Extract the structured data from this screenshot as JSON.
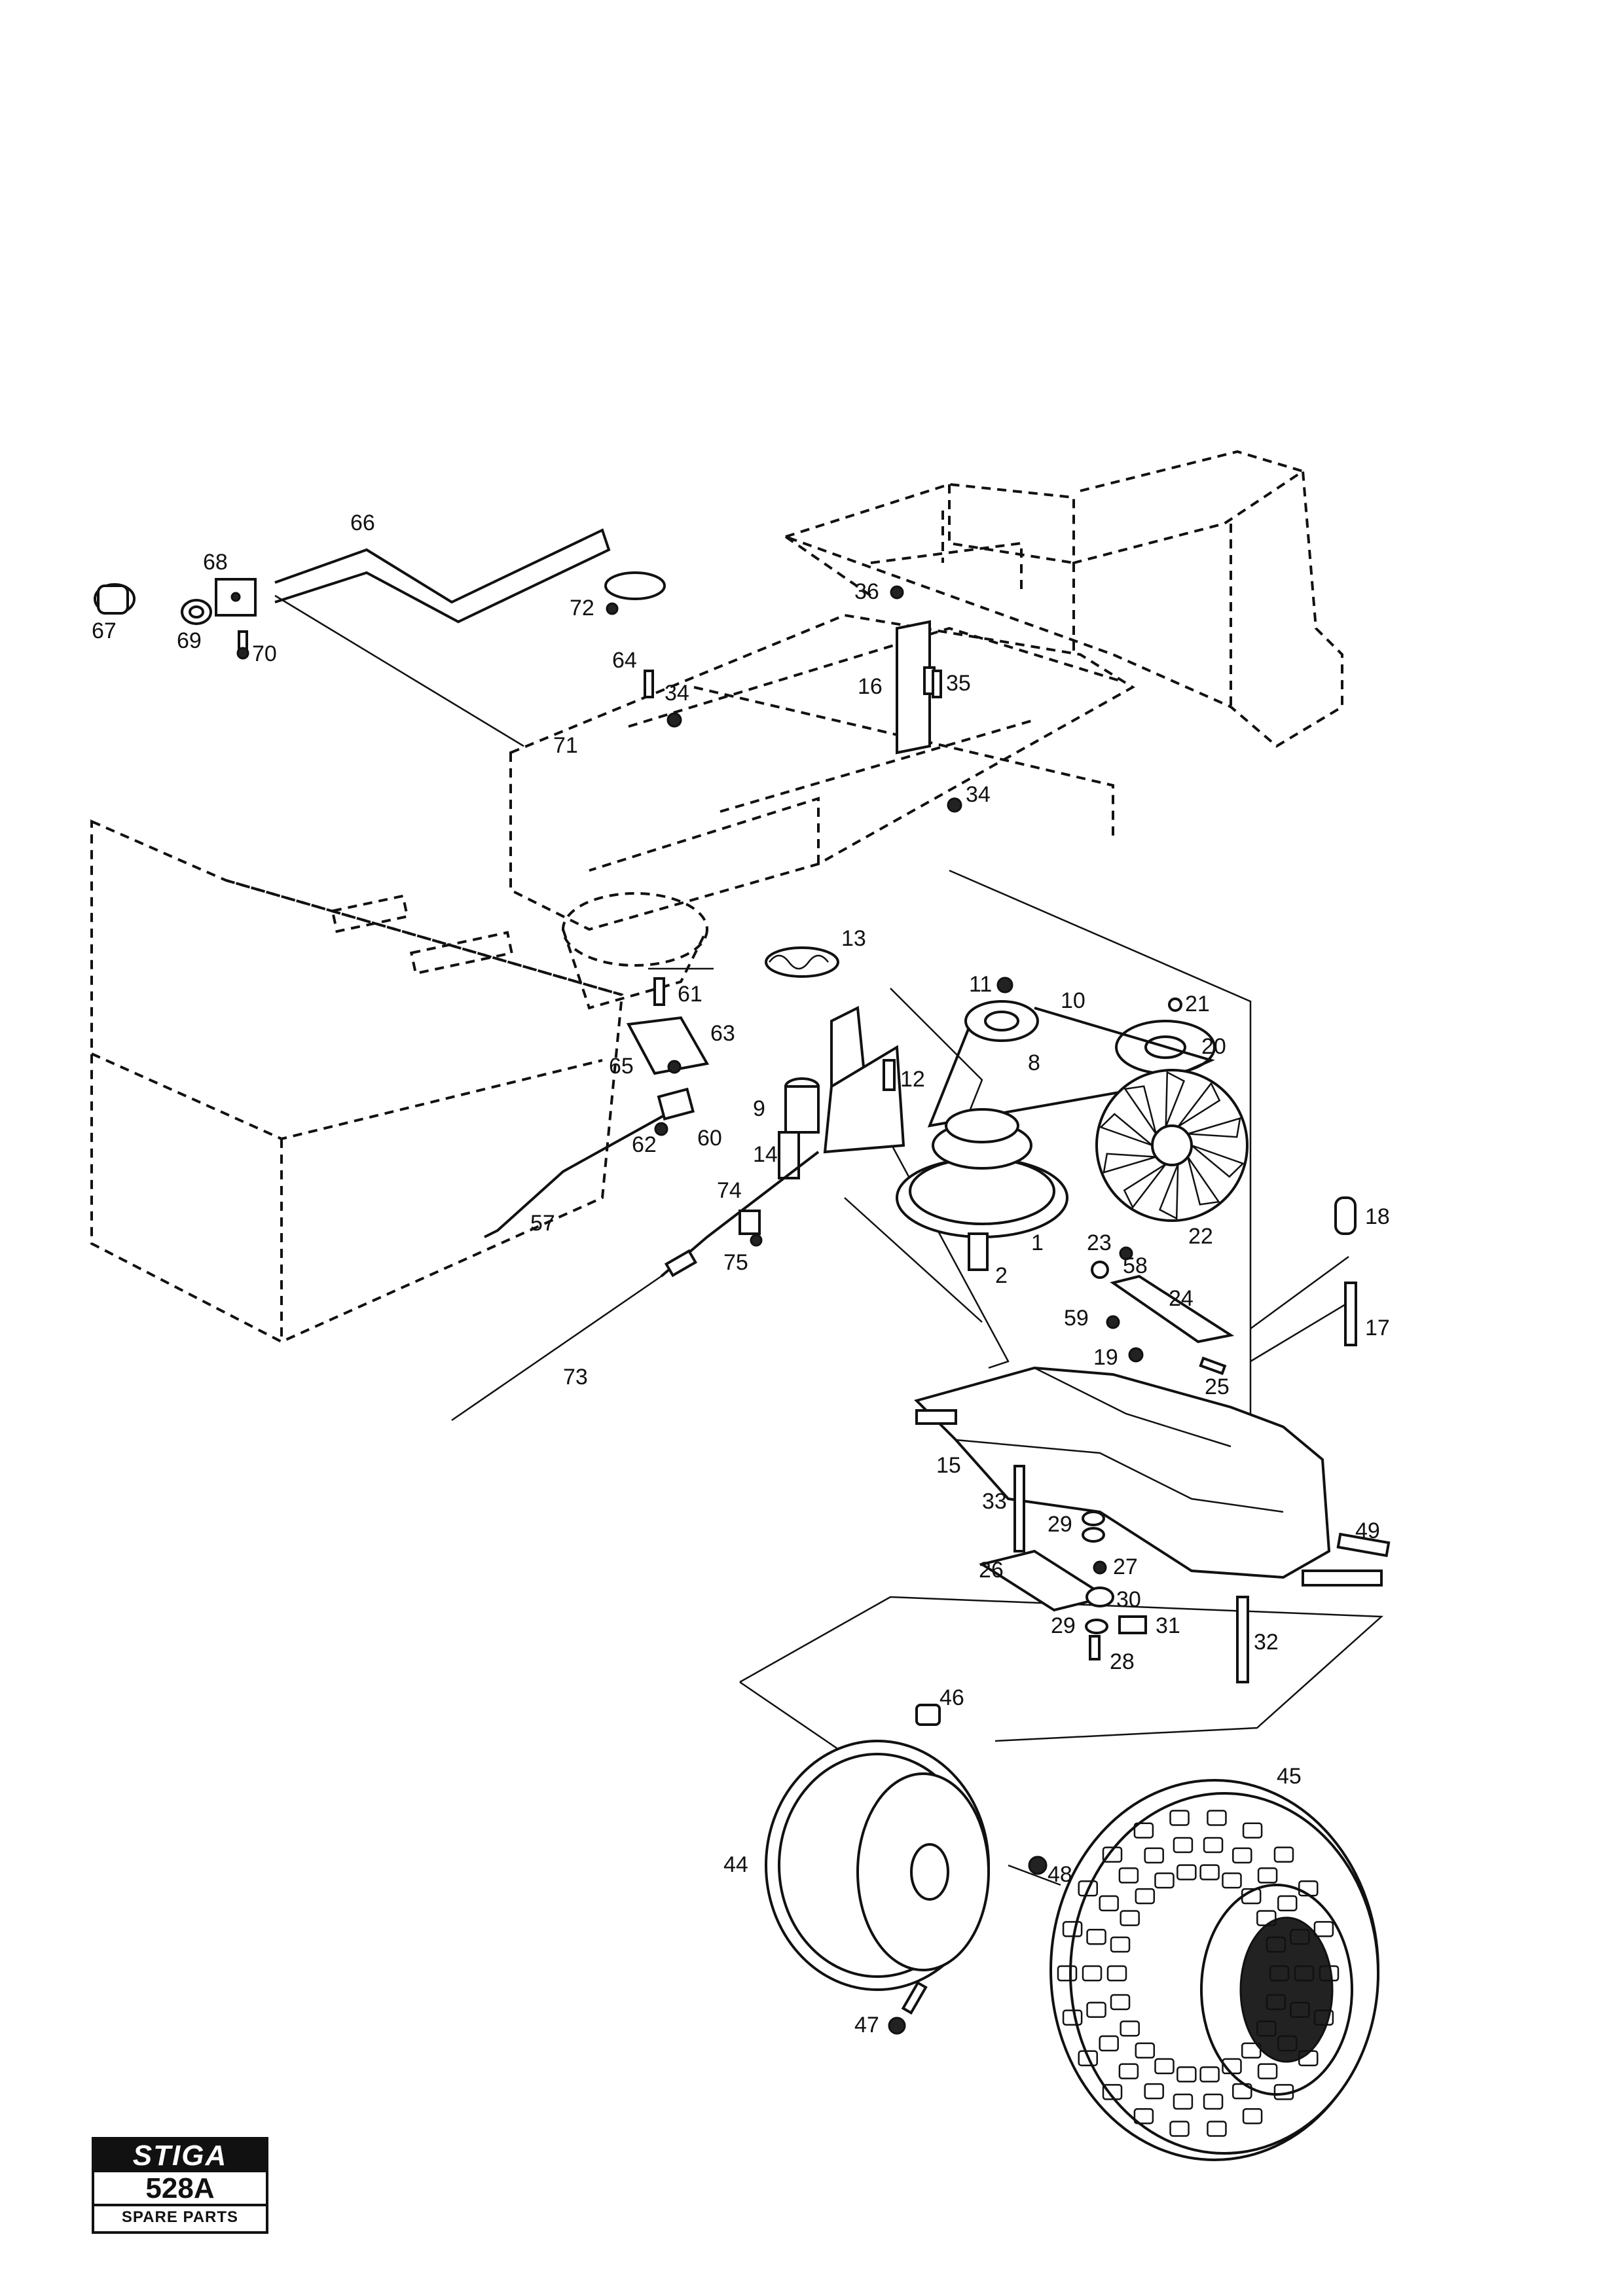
{
  "logo": {
    "brand": "STIGA",
    "model": "528A",
    "caption": "SPARE PARTS"
  },
  "callouts": [
    "1",
    "2",
    "8",
    "9",
    "10",
    "11",
    "12",
    "13",
    "14",
    "15",
    "16",
    "17",
    "18",
    "19",
    "20",
    "21",
    "22",
    "23",
    "24",
    "25",
    "26",
    "27",
    "28",
    "29",
    "29",
    "30",
    "31",
    "32",
    "33",
    "34",
    "34",
    "35",
    "36",
    "44",
    "45",
    "46",
    "47",
    "48",
    "49",
    "57",
    "58",
    "59",
    "60",
    "61",
    "62",
    "63",
    "64",
    "65",
    "66",
    "67",
    "68",
    "69",
    "70",
    "71",
    "72",
    "73",
    "74",
    "75"
  ]
}
